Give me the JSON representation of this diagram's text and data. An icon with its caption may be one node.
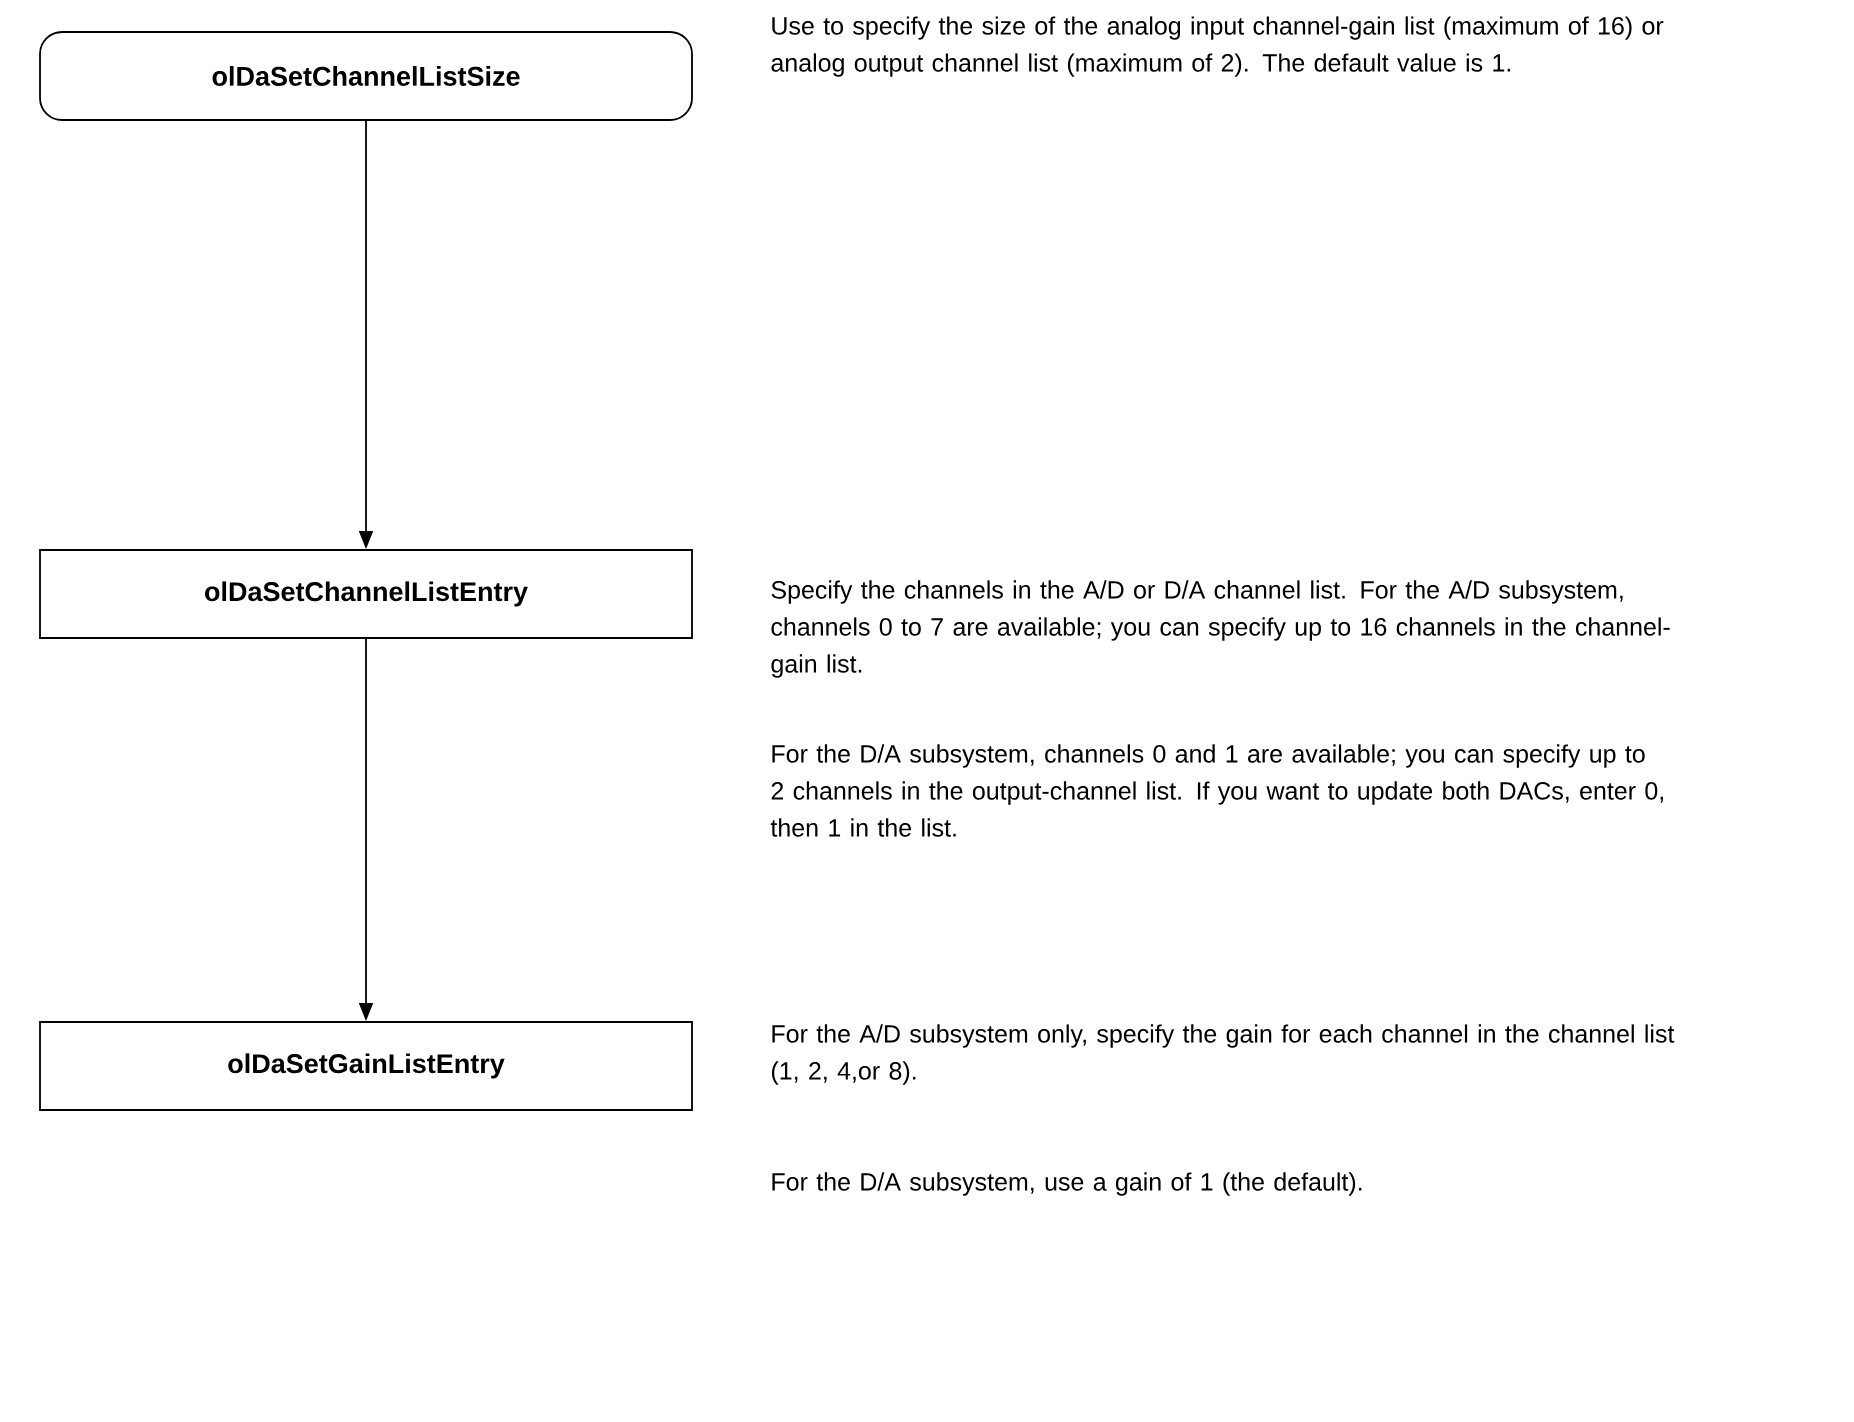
{
  "diagram": {
    "nodes": [
      {
        "text": [
          "olDaSetChannelListSize"
        ],
        "beside": [
          "Use to specify the size of the analog input channel-gain list (maximum of 16) or analog output channel list (maximum of 2). The default value is 1."
        ]
      },
      {
        "text": [
          "olDaSetChannelListEntry"
        ],
        "beside": [
          "Specify the channels in the A/D or D/A channel list. For the A/D subsystem, channels 0 to 7 are available; you can specify up to 16 channels in the channel-gain list.",
          "For the D/A subsystem, channels 0 and 1 are available; you can specify up to 2 channels in the output-channel list. If you want to update both DACs, enter 0, then 1 in the list."
        ]
      },
      {
        "text": [
          "olDaSetGainListEntry"
        ],
        "beside": [
          "For the A/D subsystem only, specify the gain for each channel in the channel list (1, 2, 4,or 8).",
          "For the D/A subsystem, use a gain of 1 (the default)."
        ]
      }
    ],
    "edges": [
      {
        "from": 0,
        "to": 1,
        "arrow": "to"
      },
      {
        "from": 1,
        "to": 2,
        "arrow": "to"
      }
    ]
  }
}
